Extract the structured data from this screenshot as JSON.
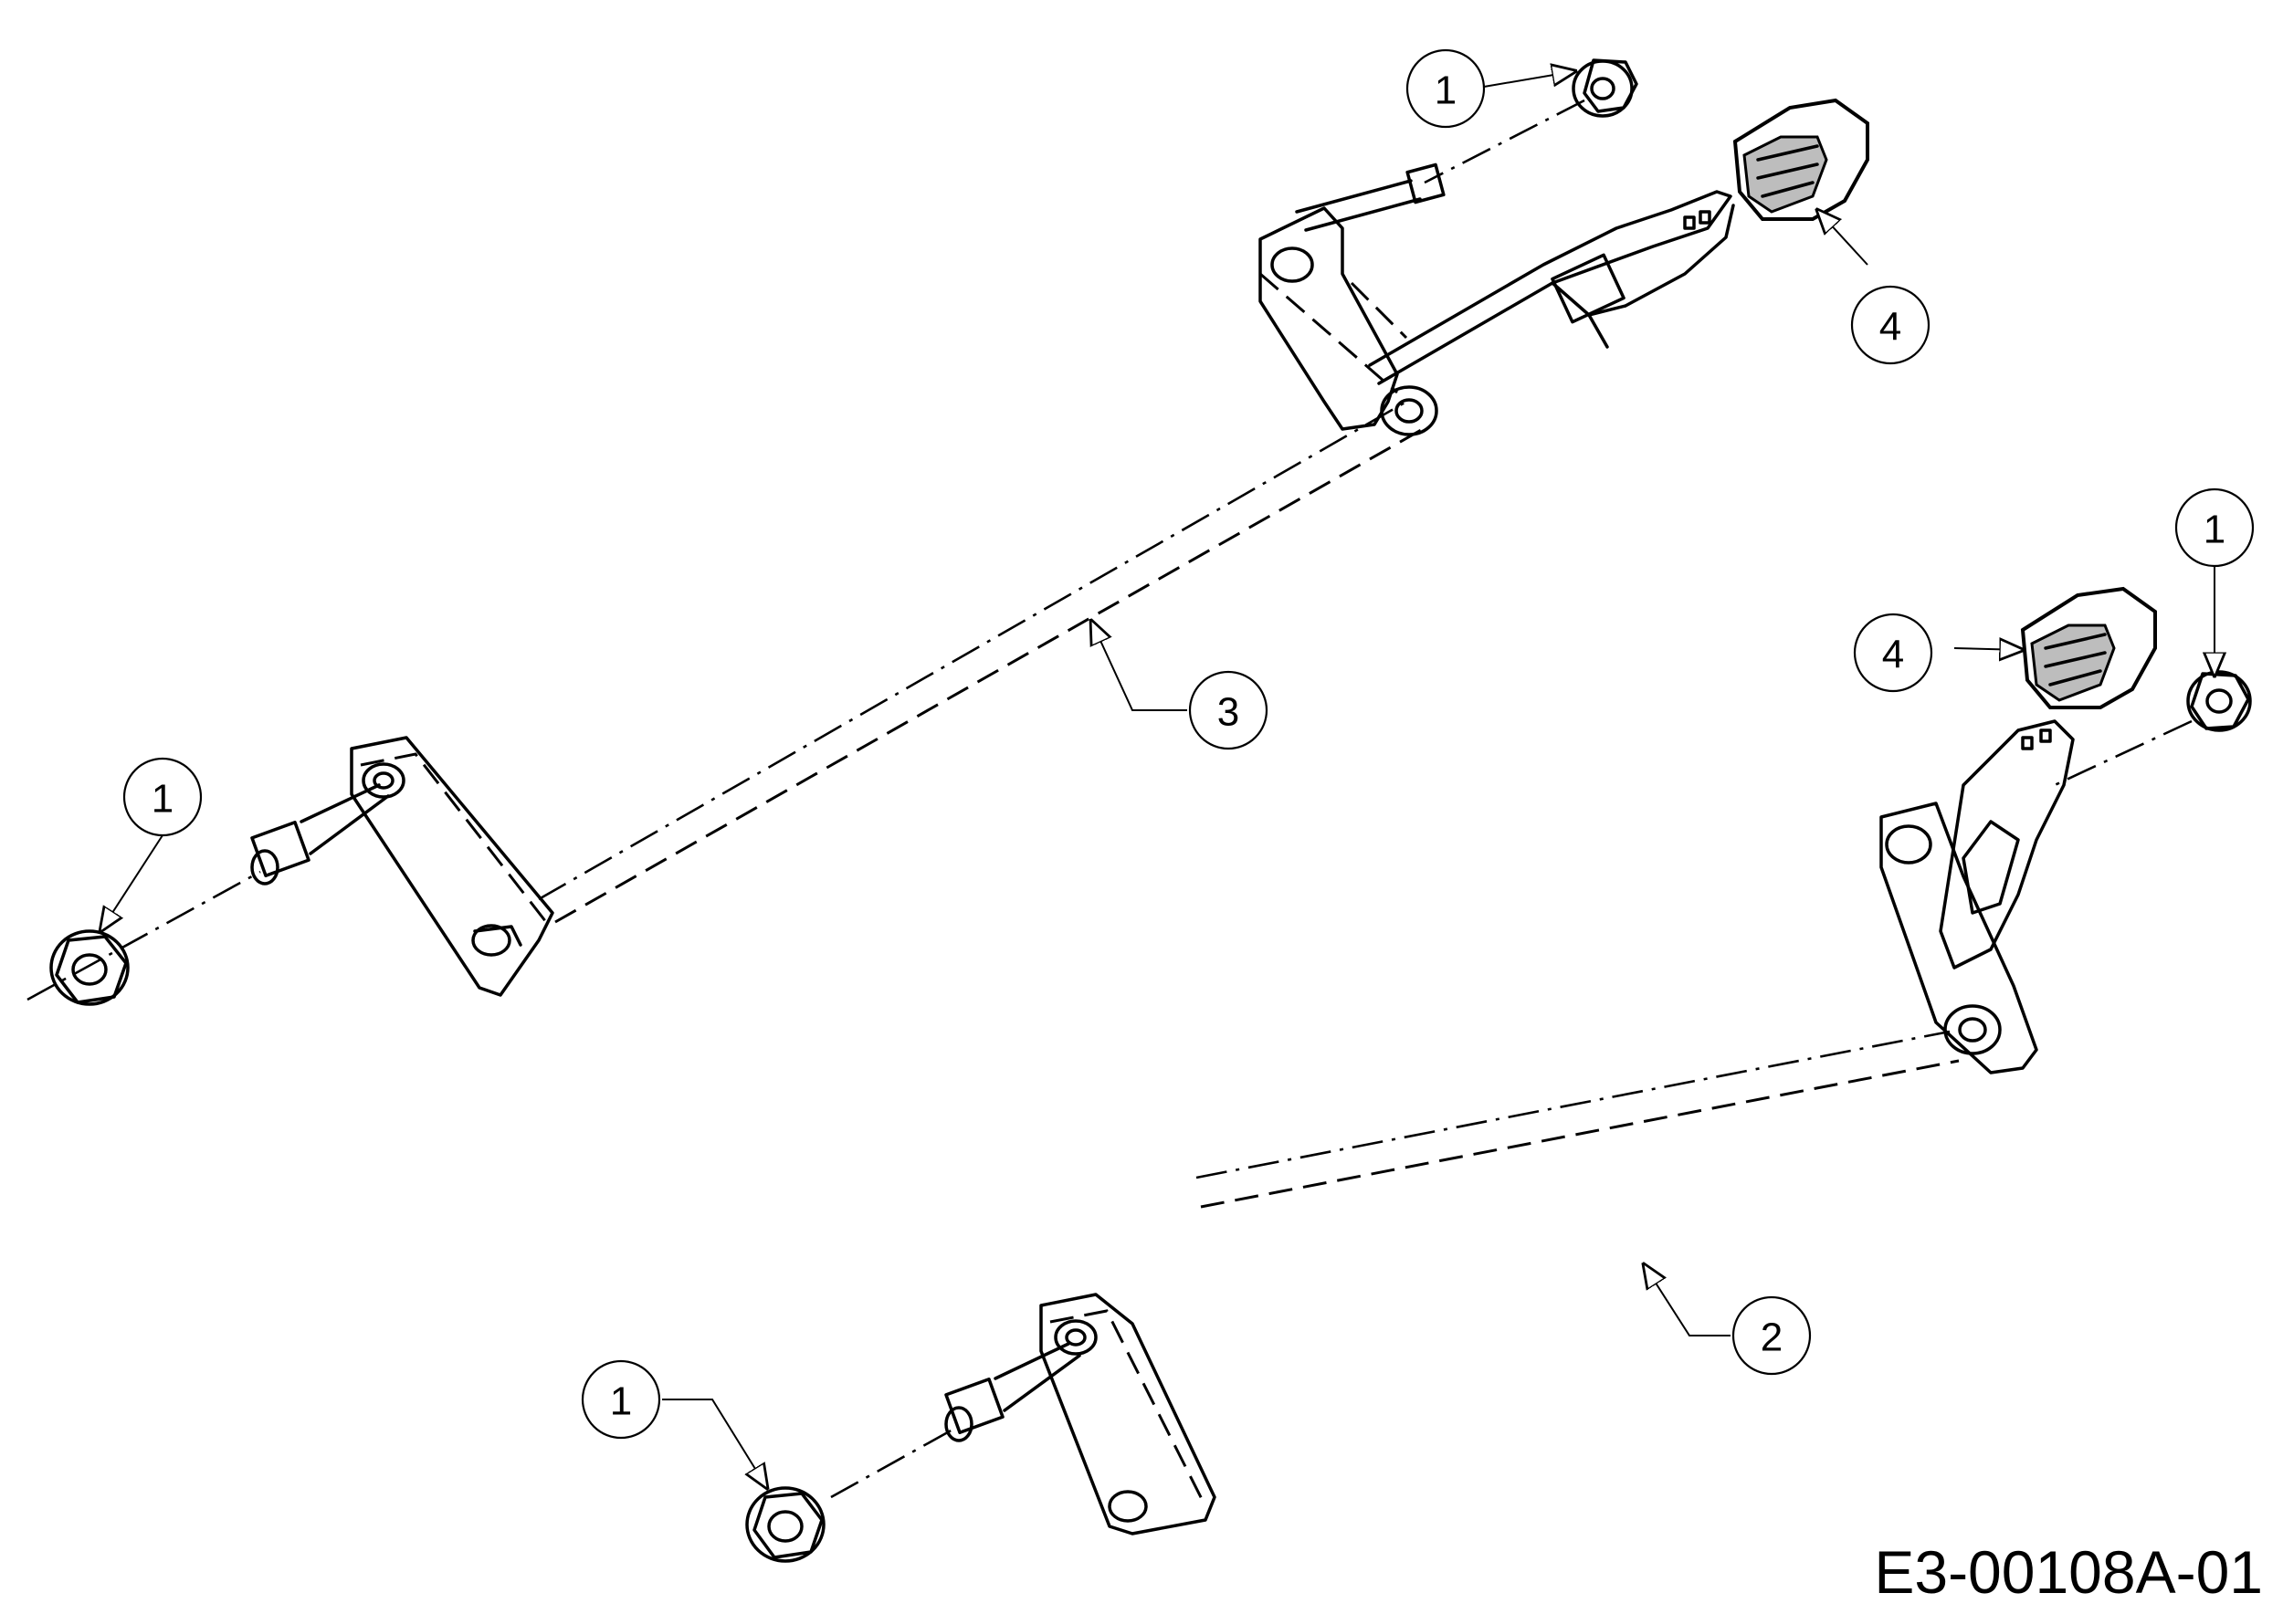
{
  "drawing_code": "E3-00108A-01",
  "callouts": [
    {
      "label": "1"
    },
    {
      "label": "4"
    },
    {
      "label": "3"
    },
    {
      "label": "1"
    },
    {
      "label": "1"
    },
    {
      "label": "4"
    },
    {
      "label": "2"
    },
    {
      "label": "1"
    }
  ],
  "colors": {
    "line": "#000000",
    "background": "#ffffff",
    "grip_shade": "#bdbdbd"
  }
}
